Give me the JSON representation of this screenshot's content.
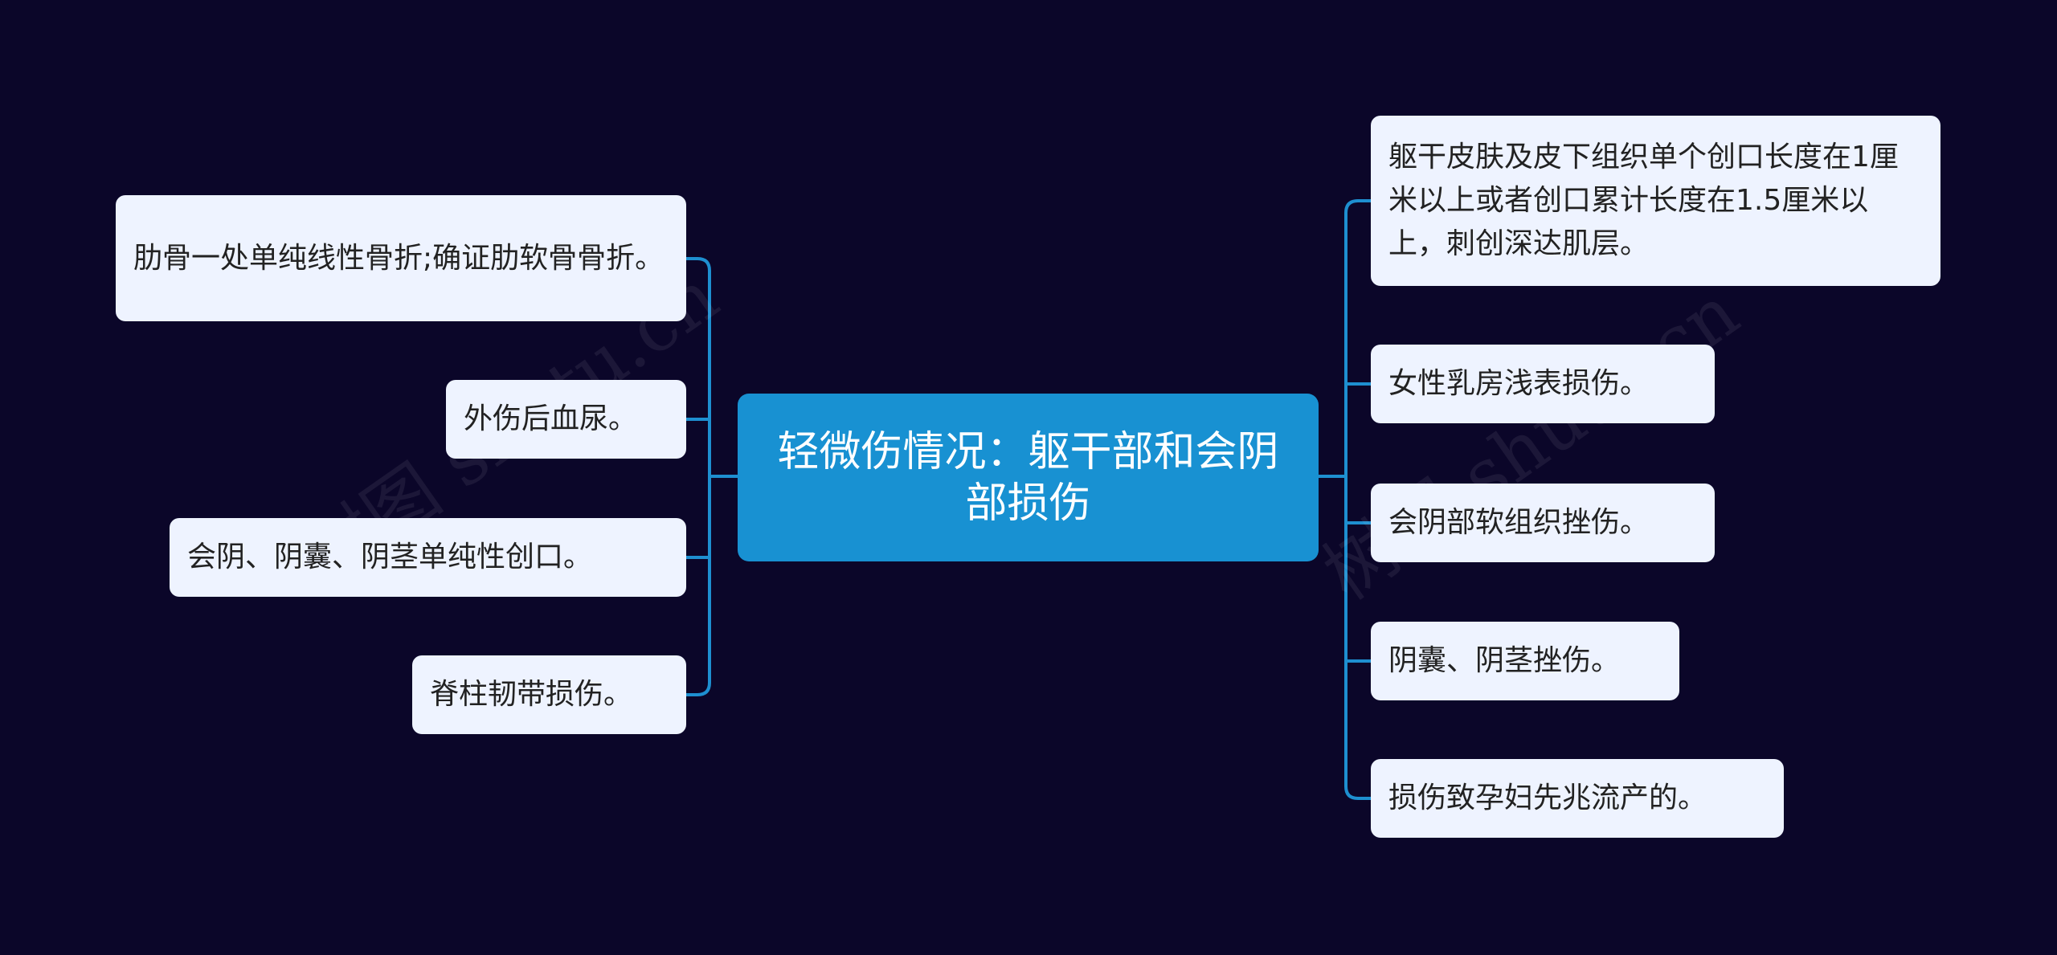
{
  "center": {
    "text": "轻微伤情况：躯干部和会阴部损伤"
  },
  "left_nodes": [
    {
      "text": "肋骨一处单纯线性骨折;确证肋软骨骨折。"
    },
    {
      "text": "外伤后血尿。"
    },
    {
      "text": "会阴、阴囊、阴茎单纯性创口。"
    },
    {
      "text": "脊柱韧带损伤。"
    }
  ],
  "right_nodes": [
    {
      "text": "躯干皮肤及皮下组织单个创口长度在1厘米以上或者创口累计长度在1.5厘米以上，刺创深达肌层。"
    },
    {
      "text": "女性乳房浅表损伤。"
    },
    {
      "text": "会阴部软组织挫伤。"
    },
    {
      "text": "阴囊、阴茎挫伤。"
    },
    {
      "text": "损伤致孕妇先兆流产的。"
    }
  ],
  "watermark": "树图 shutu.cn",
  "colors": {
    "background": "#0b0629",
    "center": "#1891d2",
    "node": "#eef3ff",
    "line": "#1e8fd0"
  }
}
